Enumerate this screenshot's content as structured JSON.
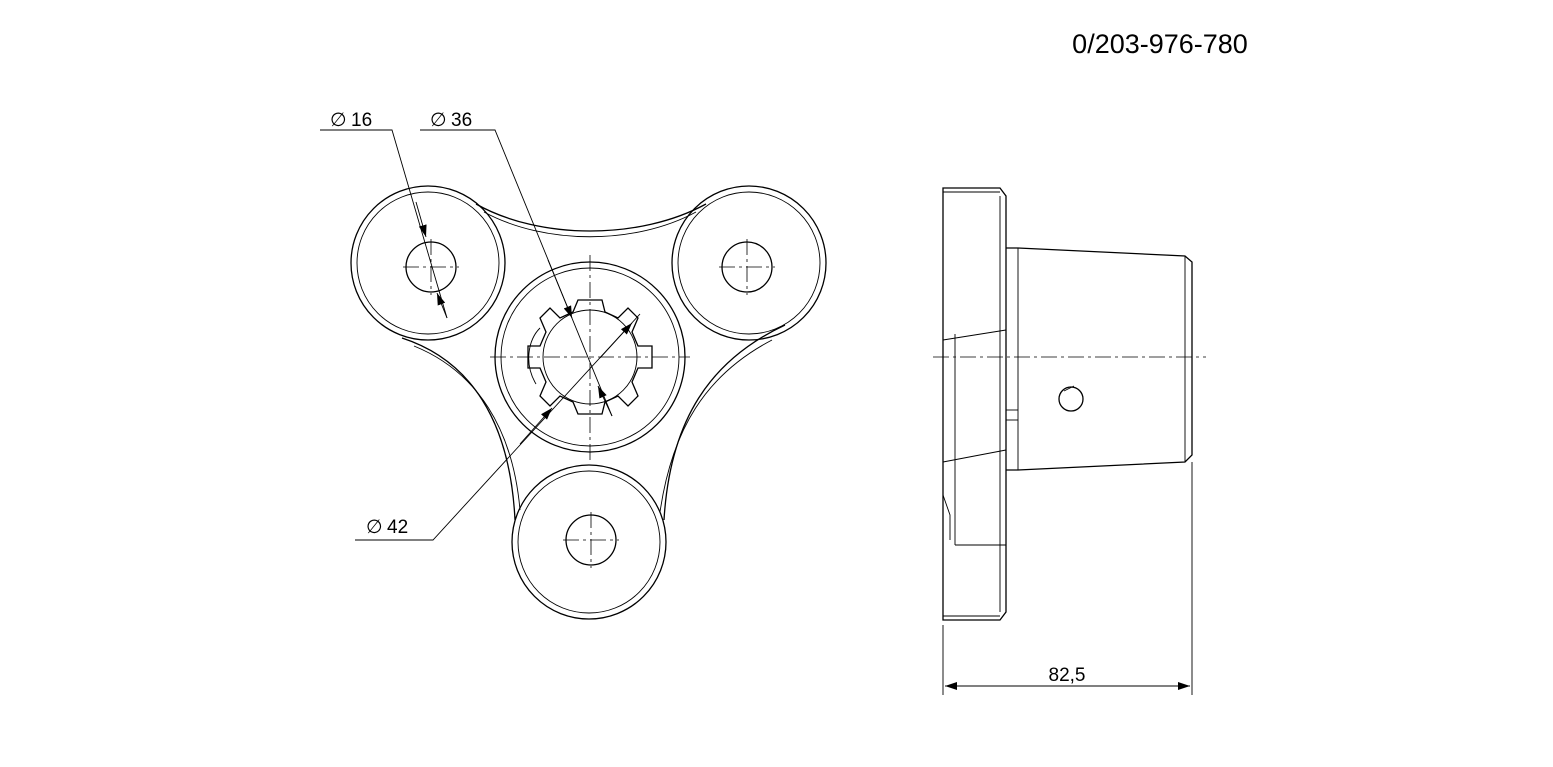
{
  "drawing": {
    "part_number": "0/203-976-780",
    "dimensions": {
      "bolt_hole": "16",
      "spline_inner": "36",
      "spline_outer": "42",
      "length": "82,5"
    },
    "symbols": {
      "diameter": "∅"
    },
    "colors": {
      "line": "#000000",
      "background": "#ffffff"
    }
  }
}
